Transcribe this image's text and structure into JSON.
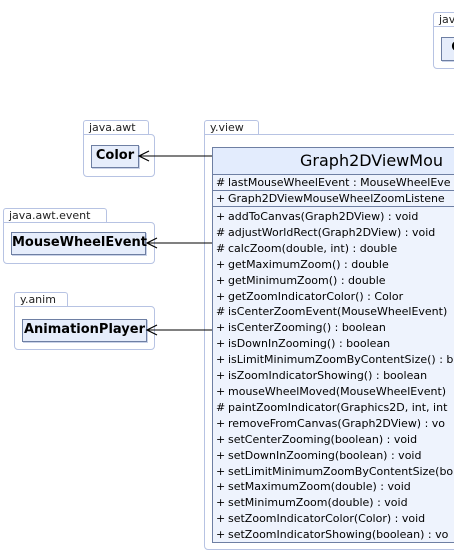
{
  "packages": {
    "top_right": {
      "label": "jav",
      "class_label": "C"
    },
    "java_awt": {
      "label": "java.awt",
      "class_label": "Color"
    },
    "java_awt_event": {
      "label": "java.awt.event",
      "class_label": "MouseWheelEvent"
    },
    "y_anim": {
      "label": "y.anim",
      "class_label": "AnimationPlayer"
    },
    "y_view": {
      "label": "y.view"
    }
  },
  "main_class": {
    "title": "Graph2DViewMou",
    "attributes": [
      {
        "vis": "#",
        "text": "lastMouseWheelEvent : MouseWheelEve"
      },
      {
        "vis": "+",
        "text": "Graph2DViewMouseWheelZoomListene"
      }
    ],
    "methods": [
      {
        "vis": "+",
        "text": "addToCanvas(Graph2DView) : void"
      },
      {
        "vis": "#",
        "text": "adjustWorldRect(Graph2DView) : void"
      },
      {
        "vis": "#",
        "text": "calcZoom(double, int) : double"
      },
      {
        "vis": "+",
        "text": "getMaximumZoom() : double"
      },
      {
        "vis": "+",
        "text": "getMinimumZoom() : double"
      },
      {
        "vis": "+",
        "text": "getZoomIndicatorColor() : Color"
      },
      {
        "vis": "#",
        "text": "isCenterZoomEvent(MouseWheelEvent)"
      },
      {
        "vis": "+",
        "text": "isCenterZooming() : boolean"
      },
      {
        "vis": "+",
        "text": "isDownInZooming() : boolean"
      },
      {
        "vis": "+",
        "text": "isLimitMinimumZoomByContentSize() : b"
      },
      {
        "vis": "+",
        "text": "isZoomIndicatorShowing() : boolean"
      },
      {
        "vis": "+",
        "text": "mouseWheelMoved(MouseWheelEvent)"
      },
      {
        "vis": "#",
        "text": "paintZoomIndicator(Graphics2D, int, int"
      },
      {
        "vis": "+",
        "text": "removeFromCanvas(Graph2DView) : vo"
      },
      {
        "vis": "+",
        "text": "setCenterZooming(boolean) : void"
      },
      {
        "vis": "+",
        "text": "setDownInZooming(boolean) : void"
      },
      {
        "vis": "+",
        "text": "setLimitMinimumZoomByContentSize(bo"
      },
      {
        "vis": "+",
        "text": "setMaximumZoom(double) : void"
      },
      {
        "vis": "+",
        "text": "setMinimumZoom(double) : void"
      },
      {
        "vis": "+",
        "text": "setZoomIndicatorColor(Color) : void"
      },
      {
        "vis": "+",
        "text": "setZoomIndicatorShowing(boolean) : vo"
      }
    ]
  }
}
